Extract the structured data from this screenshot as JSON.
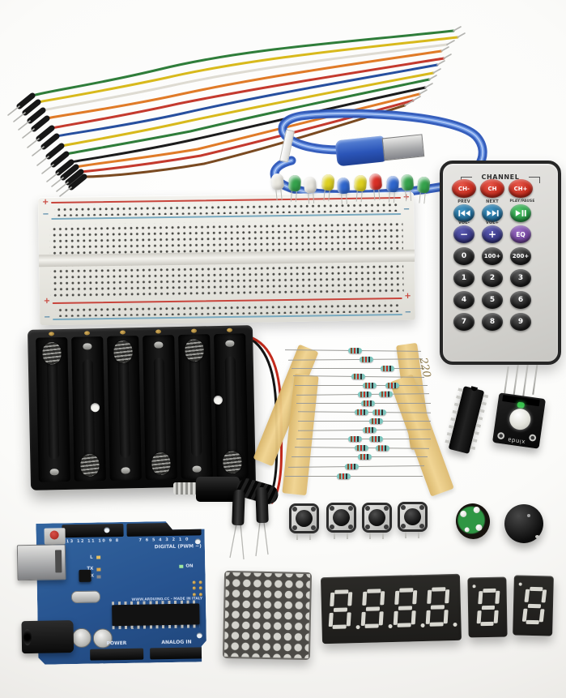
{
  "kit": {
    "jumper_wire_colors": [
      "#2f7d3a",
      "#d8b91c",
      "#dedbd2",
      "#e07b28",
      "#c43a2e",
      "#274f9e",
      "#d8b91c",
      "#2f7d3a",
      "#1c1c1c",
      "#e07b28",
      "#c43a2e",
      "#7a4a21"
    ],
    "usb_cable_color": "#2b55b8",
    "led_colors": [
      "#e9e7df",
      "#35a24c",
      "#e9e7df",
      "#ddd020",
      "#2f66cc",
      "#ddd020",
      "#d92f26",
      "#2f66cc",
      "#35a24c",
      "#35a24c"
    ],
    "breadboard_rail_red": "#c8453c",
    "breadboard_rail_blue": "#7aaac0",
    "pcb_blue": "#27538f",
    "tape_yellow": "#eecf8a"
  },
  "remote": {
    "title": "CHANNEL",
    "top_row": [
      "CH-",
      "CH",
      "CH+"
    ],
    "nav_labels": [
      "PREV",
      "NEXT",
      "PLAY/PAUSE"
    ],
    "nav_icons": [
      "skip-back-icon",
      "skip-forward-icon",
      "play-pause-icon"
    ],
    "vol_labels": [
      "VOL-",
      "VOL+"
    ],
    "mid_row": [
      "−",
      "+",
      "EQ"
    ],
    "num_row": [
      "0",
      "100+",
      "200+"
    ],
    "digits": [
      "1",
      "2",
      "3",
      "4",
      "5",
      "6",
      "7",
      "8",
      "9"
    ]
  },
  "breadboard": {
    "plus": "+",
    "minus": "−"
  },
  "resistors": {
    "tape_note": "220"
  },
  "rgb_module": {
    "brand": "xinda"
  },
  "arduino": {
    "digital_label": "DIGITAL (PWM ~)",
    "pin_numbers_left": "13 12 11 10 9 8",
    "pin_numbers_right": "7 6 5 4 3 2 1 0",
    "tx_label": "TX",
    "rx_label": "RX",
    "l_label": "L",
    "on_label": "ON",
    "note": "WWW.ARDUINO.CC - MADE IN ITALY",
    "power_label": "POWER",
    "analog_label": "ANALOG IN"
  }
}
